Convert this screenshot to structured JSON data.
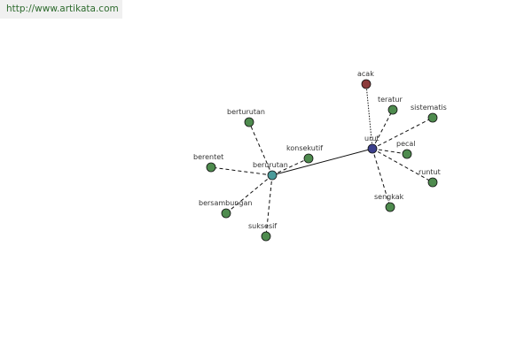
{
  "source_url": "http://www.artikata.com",
  "colors": {
    "synonym_node": "#4e8b4e",
    "hub_urut": "#3b3f8c",
    "hub_berurutan": "#4a9a9a",
    "antonym_node": "#8b3a3a",
    "url_text": "#2e6b2e"
  },
  "graph": {
    "nodes": [
      {
        "id": "berurutan",
        "label": "berurutan",
        "role": "hub_berurutan"
      },
      {
        "id": "urut",
        "label": "urut",
        "role": "hub_urut"
      },
      {
        "id": "acak",
        "label": "acak",
        "role": "antonym_node"
      },
      {
        "id": "teratur",
        "label": "teratur",
        "role": "synonym_node"
      },
      {
        "id": "sistematis",
        "label": "sistematis",
        "role": "synonym_node"
      },
      {
        "id": "pecal",
        "label": "pecal",
        "role": "synonym_node"
      },
      {
        "id": "runtut",
        "label": "runtut",
        "role": "synonym_node"
      },
      {
        "id": "sengkak",
        "label": "sengkak",
        "role": "synonym_node"
      },
      {
        "id": "konsekutif",
        "label": "konsekutif",
        "role": "synonym_node"
      },
      {
        "id": "berturutan",
        "label": "berturutan",
        "role": "synonym_node"
      },
      {
        "id": "berentet",
        "label": "berentet",
        "role": "synonym_node"
      },
      {
        "id": "bersambungan",
        "label": "bersambungan",
        "role": "synonym_node"
      },
      {
        "id": "suksesif",
        "label": "suksesif",
        "role": "synonym_node"
      }
    ],
    "edges": [
      {
        "from": "berurutan",
        "to": "urut",
        "style": "solid"
      },
      {
        "from": "urut",
        "to": "acak",
        "style": "dotted"
      },
      {
        "from": "urut",
        "to": "teratur",
        "style": "dashed"
      },
      {
        "from": "urut",
        "to": "sistematis",
        "style": "dashed"
      },
      {
        "from": "urut",
        "to": "pecal",
        "style": "dashed"
      },
      {
        "from": "urut",
        "to": "runtut",
        "style": "dashed"
      },
      {
        "from": "urut",
        "to": "sengkak",
        "style": "dashed"
      },
      {
        "from": "berurutan",
        "to": "konsekutif",
        "style": "dashed"
      },
      {
        "from": "berurutan",
        "to": "berturutan",
        "style": "dashed"
      },
      {
        "from": "berurutan",
        "to": "berentet",
        "style": "dashed"
      },
      {
        "from": "berurutan",
        "to": "bersambungan",
        "style": "dashed"
      },
      {
        "from": "berurutan",
        "to": "suksesif",
        "style": "dashed"
      }
    ]
  }
}
